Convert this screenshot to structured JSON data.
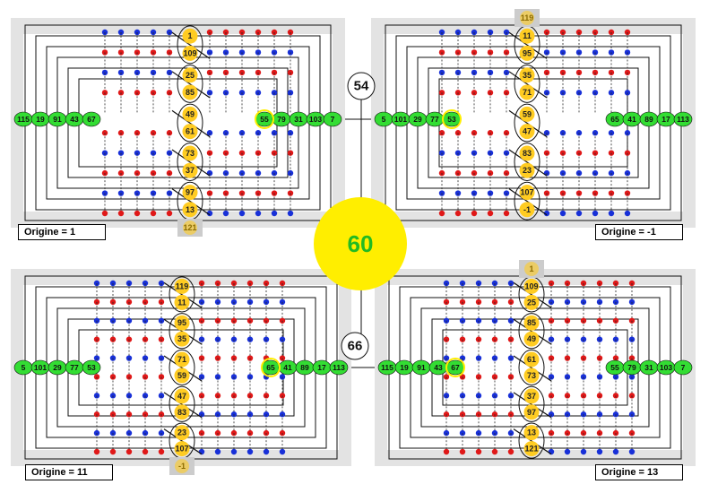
{
  "colors": {
    "green": "#33dd33",
    "yellow": "#ffcc22",
    "red": "#e01818",
    "blue": "#1830d8",
    "gray": "#cccccc",
    "center_yellow": "#ffee00",
    "center_text": "#22bb22"
  },
  "center": {
    "value": "60"
  },
  "junctions": [
    "54",
    "66"
  ],
  "panels": [
    {
      "origin_label": "Origine = 1",
      "green_left": [
        "115",
        "19",
        "91",
        "43",
        "67"
      ],
      "green_right": [
        "55",
        "79",
        "31",
        "103",
        "7"
      ],
      "yellow": [
        [
          "1",
          "109"
        ],
        [
          "25",
          "85"
        ],
        [
          "49",
          "61"
        ],
        [
          "73",
          "37"
        ],
        [
          "97",
          "13"
        ]
      ],
      "yellow_end": "121",
      "yellow_end_pos": "bottom"
    },
    {
      "origin_label": "Origine = -1",
      "green_left": [
        "5",
        "101",
        "29",
        "77",
        "53"
      ],
      "green_right": [
        "65",
        "41",
        "89",
        "17",
        "113"
      ],
      "yellow": [
        [
          "11",
          "95"
        ],
        [
          "35",
          "71"
        ],
        [
          "59",
          "47"
        ],
        [
          "83",
          "23"
        ],
        [
          "107",
          "-1"
        ]
      ],
      "yellow_end": "119",
      "yellow_end_pos": "top"
    },
    {
      "origin_label": "Origine = 11",
      "green_left": [
        "5",
        "101",
        "29",
        "77",
        "53"
      ],
      "green_right": [
        "65",
        "41",
        "89",
        "17",
        "113"
      ],
      "yellow": [
        [
          "119",
          "11"
        ],
        [
          "95",
          "35"
        ],
        [
          "71",
          "59"
        ],
        [
          "47",
          "83"
        ],
        [
          "23",
          "107"
        ]
      ],
      "yellow_end": "-1",
      "yellow_end_pos": "bottom"
    },
    {
      "origin_label": "Origine = 13",
      "green_left": [
        "115",
        "19",
        "91",
        "43",
        "67"
      ],
      "green_right": [
        "55",
        "79",
        "31",
        "103",
        "7"
      ],
      "yellow": [
        [
          "109",
          "25"
        ],
        [
          "85",
          "49"
        ],
        [
          "61",
          "73"
        ],
        [
          "37",
          "97"
        ],
        [
          "13",
          "121"
        ]
      ],
      "yellow_end": "1",
      "yellow_end_pos": "top"
    }
  ]
}
